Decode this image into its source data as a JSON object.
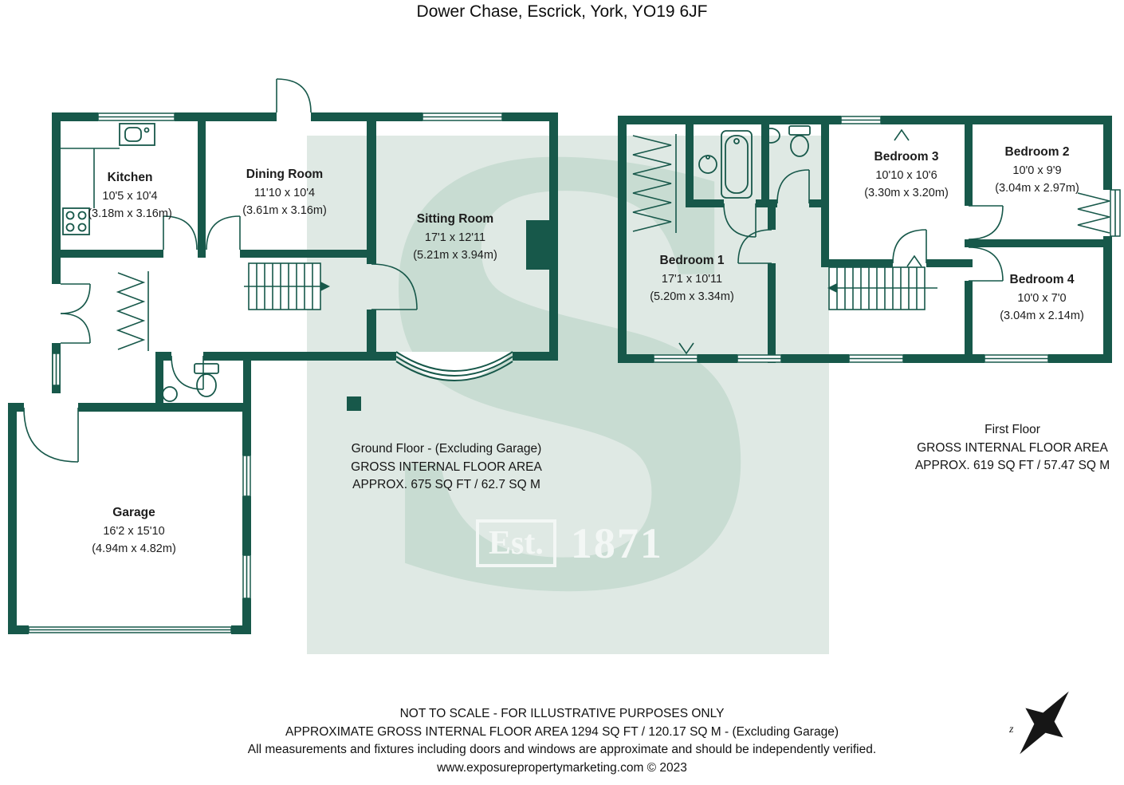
{
  "title": "Dower Chase, Escrick, York, YO19 6JF",
  "watermark": {
    "letter": "S",
    "est_label": "Est.",
    "est_year": "1871"
  },
  "compass": {
    "label": "z"
  },
  "ground_floor": {
    "area_label": {
      "line1": "Ground Floor - (Excluding Garage)",
      "line2": "GROSS INTERNAL FLOOR AREA",
      "line3": "APPROX. 675 SQ FT / 62.7 SQ M"
    },
    "rooms": {
      "kitchen": {
        "name": "Kitchen",
        "imperial": "10'5 x 10'4",
        "metric": "(3.18m x 3.16m)"
      },
      "dining_room": {
        "name": "Dining Room",
        "imperial": "11'10 x 10'4",
        "metric": "(3.61m x 3.16m)"
      },
      "sitting_room": {
        "name": "Sitting Room",
        "imperial": "17'1 x 12'11",
        "metric": "(5.21m x 3.94m)"
      },
      "garage": {
        "name": "Garage",
        "imperial": "16'2 x 15'10",
        "metric": "(4.94m x 4.82m)"
      }
    }
  },
  "first_floor": {
    "area_label": {
      "line1": "First Floor",
      "line2": "GROSS INTERNAL FLOOR AREA",
      "line3": "APPROX. 619 SQ FT / 57.47 SQ M"
    },
    "rooms": {
      "bedroom_1": {
        "name": "Bedroom 1",
        "imperial": "17'1 x 10'11",
        "metric": "(5.20m x 3.34m)"
      },
      "bedroom_2": {
        "name": "Bedroom 2",
        "imperial": "10'0 x 9'9",
        "metric": "(3.04m x 2.97m)"
      },
      "bedroom_3": {
        "name": "Bedroom 3",
        "imperial": "10'10 x 10'6",
        "metric": "(3.30m x 3.20m)"
      },
      "bedroom_4": {
        "name": "Bedroom 4",
        "imperial": "10'0 x 7'0",
        "metric": "(3.04m x 2.14m)"
      }
    }
  },
  "footer": {
    "line1": "NOT TO SCALE - FOR ILLUSTRATIVE PURPOSES ONLY",
    "line2": "APPROXIMATE GROSS INTERNAL FLOOR AREA 1294 SQ FT / 120.17 SQ M - (Excluding Garage)",
    "line3": "All measurements and fixtures including doors and windows are approximate and should be independently verified.",
    "line4": "www.exposurepropertymarketing.com © 2023"
  },
  "colors": {
    "wall": "#17584a",
    "watermark_bg": "#dfe9e4",
    "watermark_letter": "#c8dcd2",
    "watermark_badge": "#f3f7f5"
  }
}
